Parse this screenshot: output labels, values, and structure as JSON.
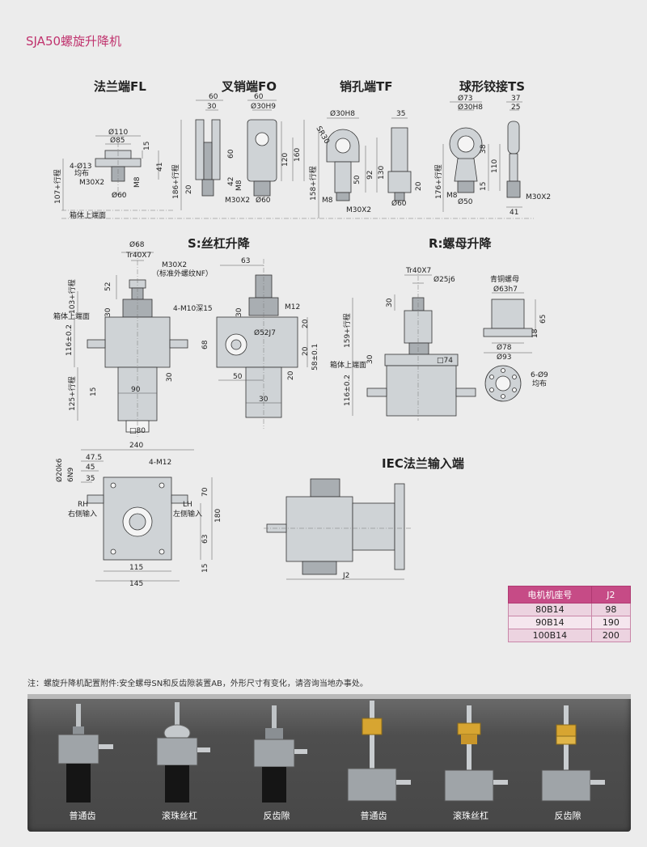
{
  "page_title": "SJA50螺旋升降机",
  "ends": {
    "fl": {
      "title": "法兰端FL",
      "d_outer": "Ø110",
      "d_mid": "Ø85",
      "holes": "4-Ø13",
      "holes_note": "均布",
      "thread": "M30X2",
      "d_bottom": "Ø60",
      "h1": "15",
      "h2": "41",
      "m8": "M8",
      "stroke": "107+行程",
      "ref": "箱体上端面"
    },
    "fo": {
      "title": "叉销端FO",
      "w60": "60",
      "w30": "30",
      "d30": "Ø30H9",
      "h60": "60",
      "h120": "120",
      "h160": "160",
      "h42": "42",
      "h20": "20",
      "m8": "M8",
      "thread": "M30X2",
      "d60": "Ø60",
      "stroke": "186+行程"
    },
    "tf": {
      "title": "销孔端TF",
      "d30": "Ø30H8",
      "sr": "SR30",
      "w35": "35",
      "h50": "50",
      "h92": "92",
      "h130": "130",
      "h20": "20",
      "m8": "M8",
      "thread": "M30X2",
      "d60": "Ø60",
      "stroke": "158+行程"
    },
    "ts": {
      "title": "球形铰接TS",
      "d73": "Ø73",
      "d30": "Ø30H8",
      "w37": "37",
      "w25": "25",
      "h38": "38",
      "h110": "110",
      "h15": "15",
      "m8": "M8",
      "d50": "Ø50",
      "w41": "41",
      "thread": "M30X2",
      "stroke": "176+行程"
    }
  },
  "s_lift": {
    "title": "S:丝杠升降",
    "d68": "Ø68",
    "tr": "Tr40X7",
    "thread": "M30X2",
    "thread_note": "（标准外螺纹NF）",
    "h52": "52",
    "stroke103": "103+行程",
    "ref": "箱体上端面",
    "h30": "30",
    "h116": "116±0.2",
    "holes": "4-M10深15",
    "h30b": "30",
    "h15": "15",
    "h125": "125+行程",
    "w90": "90",
    "sq80": "□80",
    "w63": "63",
    "m12": "M12",
    "d52": "Ø52J7",
    "h68": "68",
    "h20a": "20",
    "h20b": "20",
    "h58": "58±0.1",
    "w50": "50",
    "w30": "30",
    "h30c": "30",
    "h20c": "20"
  },
  "r_lift": {
    "title": "R:螺母升降",
    "tr": "Tr40X7",
    "d25": "Ø25j6",
    "h30": "30",
    "stroke159": "159+行程",
    "h30b": "30",
    "sq74": "□74",
    "ref": "箱体上端面",
    "h116": "116±0.2",
    "nut_title": "青铜螺母",
    "d63": "Ø63h7",
    "h65": "65",
    "h18": "18",
    "d78": "Ø78",
    "d93": "Ø93",
    "holes": "6-Ø9",
    "holes_note": "均布"
  },
  "bottom_view": {
    "w240": "240",
    "w47": "47.5",
    "w45": "45",
    "w35": "35",
    "d20": "Ø20k6",
    "n6": "6N9",
    "m12": "4-M12",
    "rh": "RH",
    "rh_label": "右侧输入",
    "lh": "LH",
    "lh_label": "左侧输入",
    "h180": "180",
    "h70": "70",
    "h63": "63",
    "h15": "15",
    "w115": "115",
    "w145": "145"
  },
  "iec": {
    "title": "IEC法兰输入端",
    "j2": "J2"
  },
  "motor_table": {
    "headers": [
      "电机机座号",
      "J2"
    ],
    "rows": [
      [
        "80B14",
        "98"
      ],
      [
        "90B14",
        "190"
      ],
      [
        "100B14",
        "200"
      ]
    ]
  },
  "note": "注：螺旋升降机配置附件:安全螺母SN和反齿隙装置AB，外形尺寸有变化，请咨询当地办事处。",
  "photos": [
    {
      "label": "普通齿",
      "type": "s-standard"
    },
    {
      "label": "滚珠丝杠",
      "type": "s-ballscrew"
    },
    {
      "label": "反齿隙",
      "type": "s-antibacklash"
    },
    {
      "label": "普通齿",
      "type": "r-standard"
    },
    {
      "label": "滚珠丝杠",
      "type": "r-ballscrew"
    },
    {
      "label": "反齿隙",
      "type": "r-antibacklash"
    }
  ],
  "colors": {
    "title": "#c0336e",
    "table_header": "#c64b86",
    "panel": "#4e4e4e",
    "brass": "#d7a531"
  }
}
